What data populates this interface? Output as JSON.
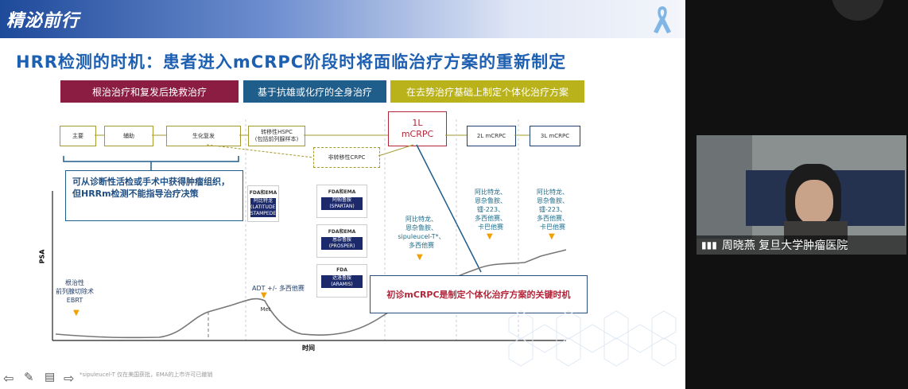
{
  "slide": {
    "logo": "精泌前行",
    "title": "HRR检测的时机：患者进入mCRPC阶段时将面临治疗方案的重新制定",
    "categories": [
      {
        "label": "根治治疗和复发后挽救治疗",
        "color": "#8b1d43"
      },
      {
        "label": "基于抗雄或化疗的全身治疗",
        "color": "#1f5d8a"
      },
      {
        "label": "在去势治疗基础上制定个体化治疗方案",
        "color": "#b9b21b"
      }
    ],
    "stages": {
      "main": "主要",
      "adjuvant": "辅助",
      "biochem": "生化复发",
      "mhspc": "转移性HSPC\n(包括前列腺样本)",
      "nmcrpc": "非转移性CRPC",
      "first_line_a": "1L",
      "first_line_b": "mCRPC",
      "second_line": "2L mCRPC",
      "third_line": "3L mCRPC"
    },
    "callout_tissue": "可从诊断性活检或手术中获得肿瘤组织，但HRRm检测不能指导治疗决策",
    "callout_key": "初诊mCRPC是制定个体化治疗方案的关键时机",
    "fda_labels": {
      "fda_ema": "FDA和EMA",
      "fda": "FDA"
    },
    "drugs": {
      "latitude": "阿比特龙\n(LATITUDE, STAMPEDE)",
      "spartan": "阿帕鲁胺\n(SPARTAN)",
      "prosper": "恩杂鲁胺\n(PROSPER)",
      "aramis": "达洛鲁胺\n(ARAMIS)"
    },
    "therapy_texts": {
      "radical": "根治性\n前列腺切除术\nEBRT",
      "adt": "ADT +/- 多西他赛",
      "met": "Met",
      "first_line_therapy": "阿比特龙、\n恩杂鲁胺、\nsipuleucel-T*、\n多西他赛",
      "second_line_therapy": "阿比特龙、\n恩杂鲁胺、\n镭-223、\n多西他赛、\n卡巴他赛",
      "third_line_therapy": "阿比特龙、\n恩杂鲁胺、\n镭-223、\n多西他赛、\n卡巴他赛"
    },
    "axis": {
      "y": "PSA",
      "x": "时间"
    },
    "footnote": "*sipuleucel-T 仅在美国获批，EMA的上市许可已撤销"
  },
  "video": {
    "name": "周晓燕 复旦大学肿瘤医院"
  },
  "colors": {
    "title_blue": "#1d5fb0",
    "box_border": "#a59a2c",
    "drug_navy": "#1c2a6b",
    "red_box": "#b3263a"
  }
}
